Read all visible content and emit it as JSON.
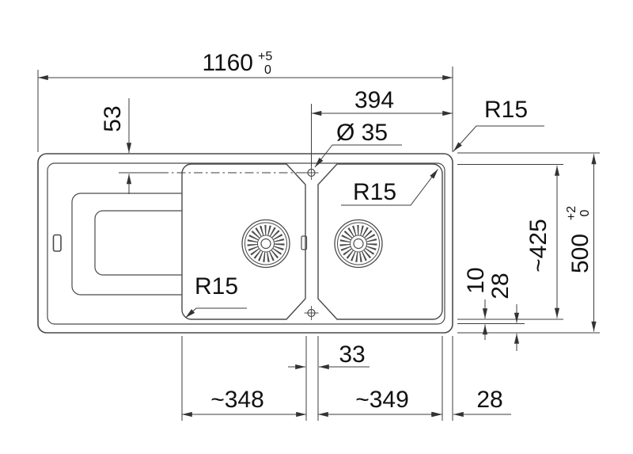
{
  "drawing_type": "sink-dimension-drawing",
  "colors": {
    "line": "#4a4a4a",
    "dimension_line": "#3d3d3d",
    "text": "#111111",
    "background": "#ffffff"
  },
  "dimensions": {
    "overall_width": "1160",
    "overall_width_tol_plus": "+5",
    "overall_width_tol_minus": "0",
    "tap_offset_right": "394",
    "tap_hole_diameter": "Ø 35",
    "radius_outer_corner": "R15",
    "radius_right_bowl": "R15",
    "radius_left_bowl": "R15",
    "tap_centerline_offset": "53",
    "inner_depth": "~425",
    "overall_depth": "500",
    "overall_depth_tol_plus": "+2",
    "overall_depth_tol_minus": "0",
    "rim_to_bowl_gap": "10",
    "bowl_to_edge_right": "28",
    "bowl_gap_center": "33",
    "left_bowl_width": "~348",
    "right_bowl_width": "~349",
    "bowl_to_edge_bottom": "28"
  }
}
